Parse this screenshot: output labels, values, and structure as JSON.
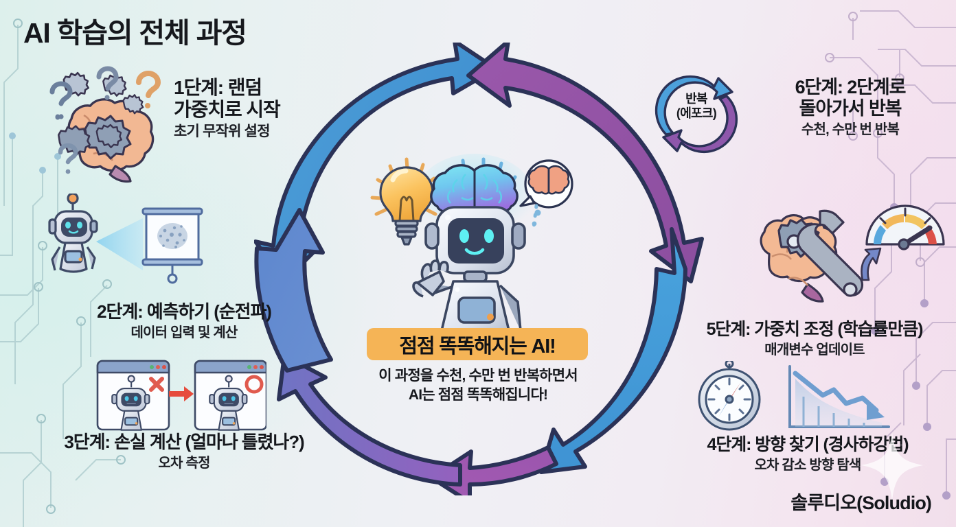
{
  "title": "AI 학습의 전체 과정",
  "brand": "솔루디오(Soludio)",
  "center": {
    "badge": "점점 똑똑해지는 AI!",
    "caption": "이 과정을 수천, 수만 번 반복하면서\nAI는 점점 똑똑해집니다!",
    "art_icons": [
      "lightbulb-icon",
      "glowing-brain-icon",
      "robot-mascot-icon",
      "thought-bubble-brain-icon"
    ]
  },
  "loop": {
    "label": "반복\n(에포크)",
    "icon": "circular-refresh-icon"
  },
  "steps": [
    {
      "id": "step1",
      "heading": "1단계: 랜덤\n가중치로 시작",
      "sub": "초기 무작위 설정",
      "icon": "brain-with-gears-and-question-marks-icon"
    },
    {
      "id": "step2",
      "heading": "2단계: 예측하기 (순전파)",
      "sub": "데이터 입력 및 계산",
      "icon": "robot-projecting-to-screen-icon"
    },
    {
      "id": "step3",
      "heading": "3단계: 손실 계산 (얼마나 틀렸나?)",
      "sub": "오차 측정",
      "icon": "two-windows-wrong-to-right-icon"
    },
    {
      "id": "step4",
      "heading": "4단계: 방향 찾기 (경사하강법)",
      "sub": "오차 감소 방향 탐색",
      "icon": "compass-and-descending-chart-icon"
    },
    {
      "id": "step5",
      "heading": "5단계: 가중치 조정 (학습률만큼)",
      "sub": "매개변수 업데이트",
      "icon": "brain-wrench-gauge-icon"
    },
    {
      "id": "step6",
      "heading": "6단계: 2단계로\n돌아가서 반복",
      "sub": "수천, 수만 번 반복",
      "icon": "loop-back-icon"
    }
  ],
  "colors": {
    "arrow_blue": "#4a9ad6",
    "arrow_blue_mid": "#5f88cf",
    "arrow_purple": "#9a55a8",
    "arrow_purple_mid": "#7b6fc4",
    "arrow_outline": "#2b3257",
    "badge_amber": "#f5b456",
    "text_dark": "#15171c",
    "bg_left_mint": "#ddf0ec",
    "bg_right_pink": "#f2dfeb"
  }
}
